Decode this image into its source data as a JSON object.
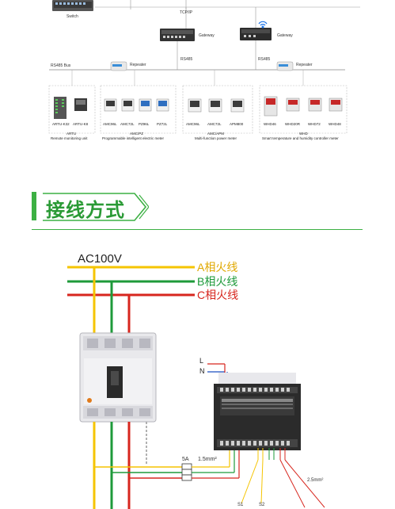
{
  "top": {
    "switch_label": "Switch",
    "tcpip_label": "TCP/IP",
    "gateway_left": "Gateway",
    "gateway_right": "Gateway",
    "rs485_left": "RS485",
    "rs485_right": "RS485",
    "bus_label": "RS485 Bus",
    "repeater_left": "Repeater",
    "repeater_right": "Repeater"
  },
  "groups": [
    {
      "devices": [
        "ARTU-K32",
        "ARTU-K8"
      ],
      "title": "ARTU",
      "subtitle": "Remote monitoring unit"
    },
    {
      "devices": [
        "AMC96L",
        "AMC72L",
        "PZ96L",
        "PZ72L"
      ],
      "title": "AMC/PZ",
      "subtitle": "Programmable intelligent electric meter"
    },
    {
      "devices": [
        "AMC96L",
        "AMC72L",
        "APM800"
      ],
      "title": "AMC/APM",
      "subtitle": "Multi-function power meter"
    },
    {
      "devices": [
        "WHD46",
        "WHD20R",
        "WHD72",
        "WHD48"
      ],
      "title": "WHD",
      "subtitle": "Smart temperature and humidity controller meter"
    }
  ],
  "section": {
    "title": "接线方式"
  },
  "wiring": {
    "ac_label": "AC",
    "ac_value": "100V",
    "phase_a": "A相火线",
    "phase_b": "B相火线",
    "phase_c": "C相火线",
    "l_label": "L",
    "n_label": "N",
    "fuse_label": "5A",
    "wire_small": "1.5mm²",
    "wire_large": "2.5mm²",
    "s1_label": "S1",
    "s2_label": "S2"
  },
  "colors": {
    "green_accent": "#3cb043",
    "phase_a": "#f5c400",
    "phase_b": "#1e9a3a",
    "phase_c": "#d7261e"
  }
}
